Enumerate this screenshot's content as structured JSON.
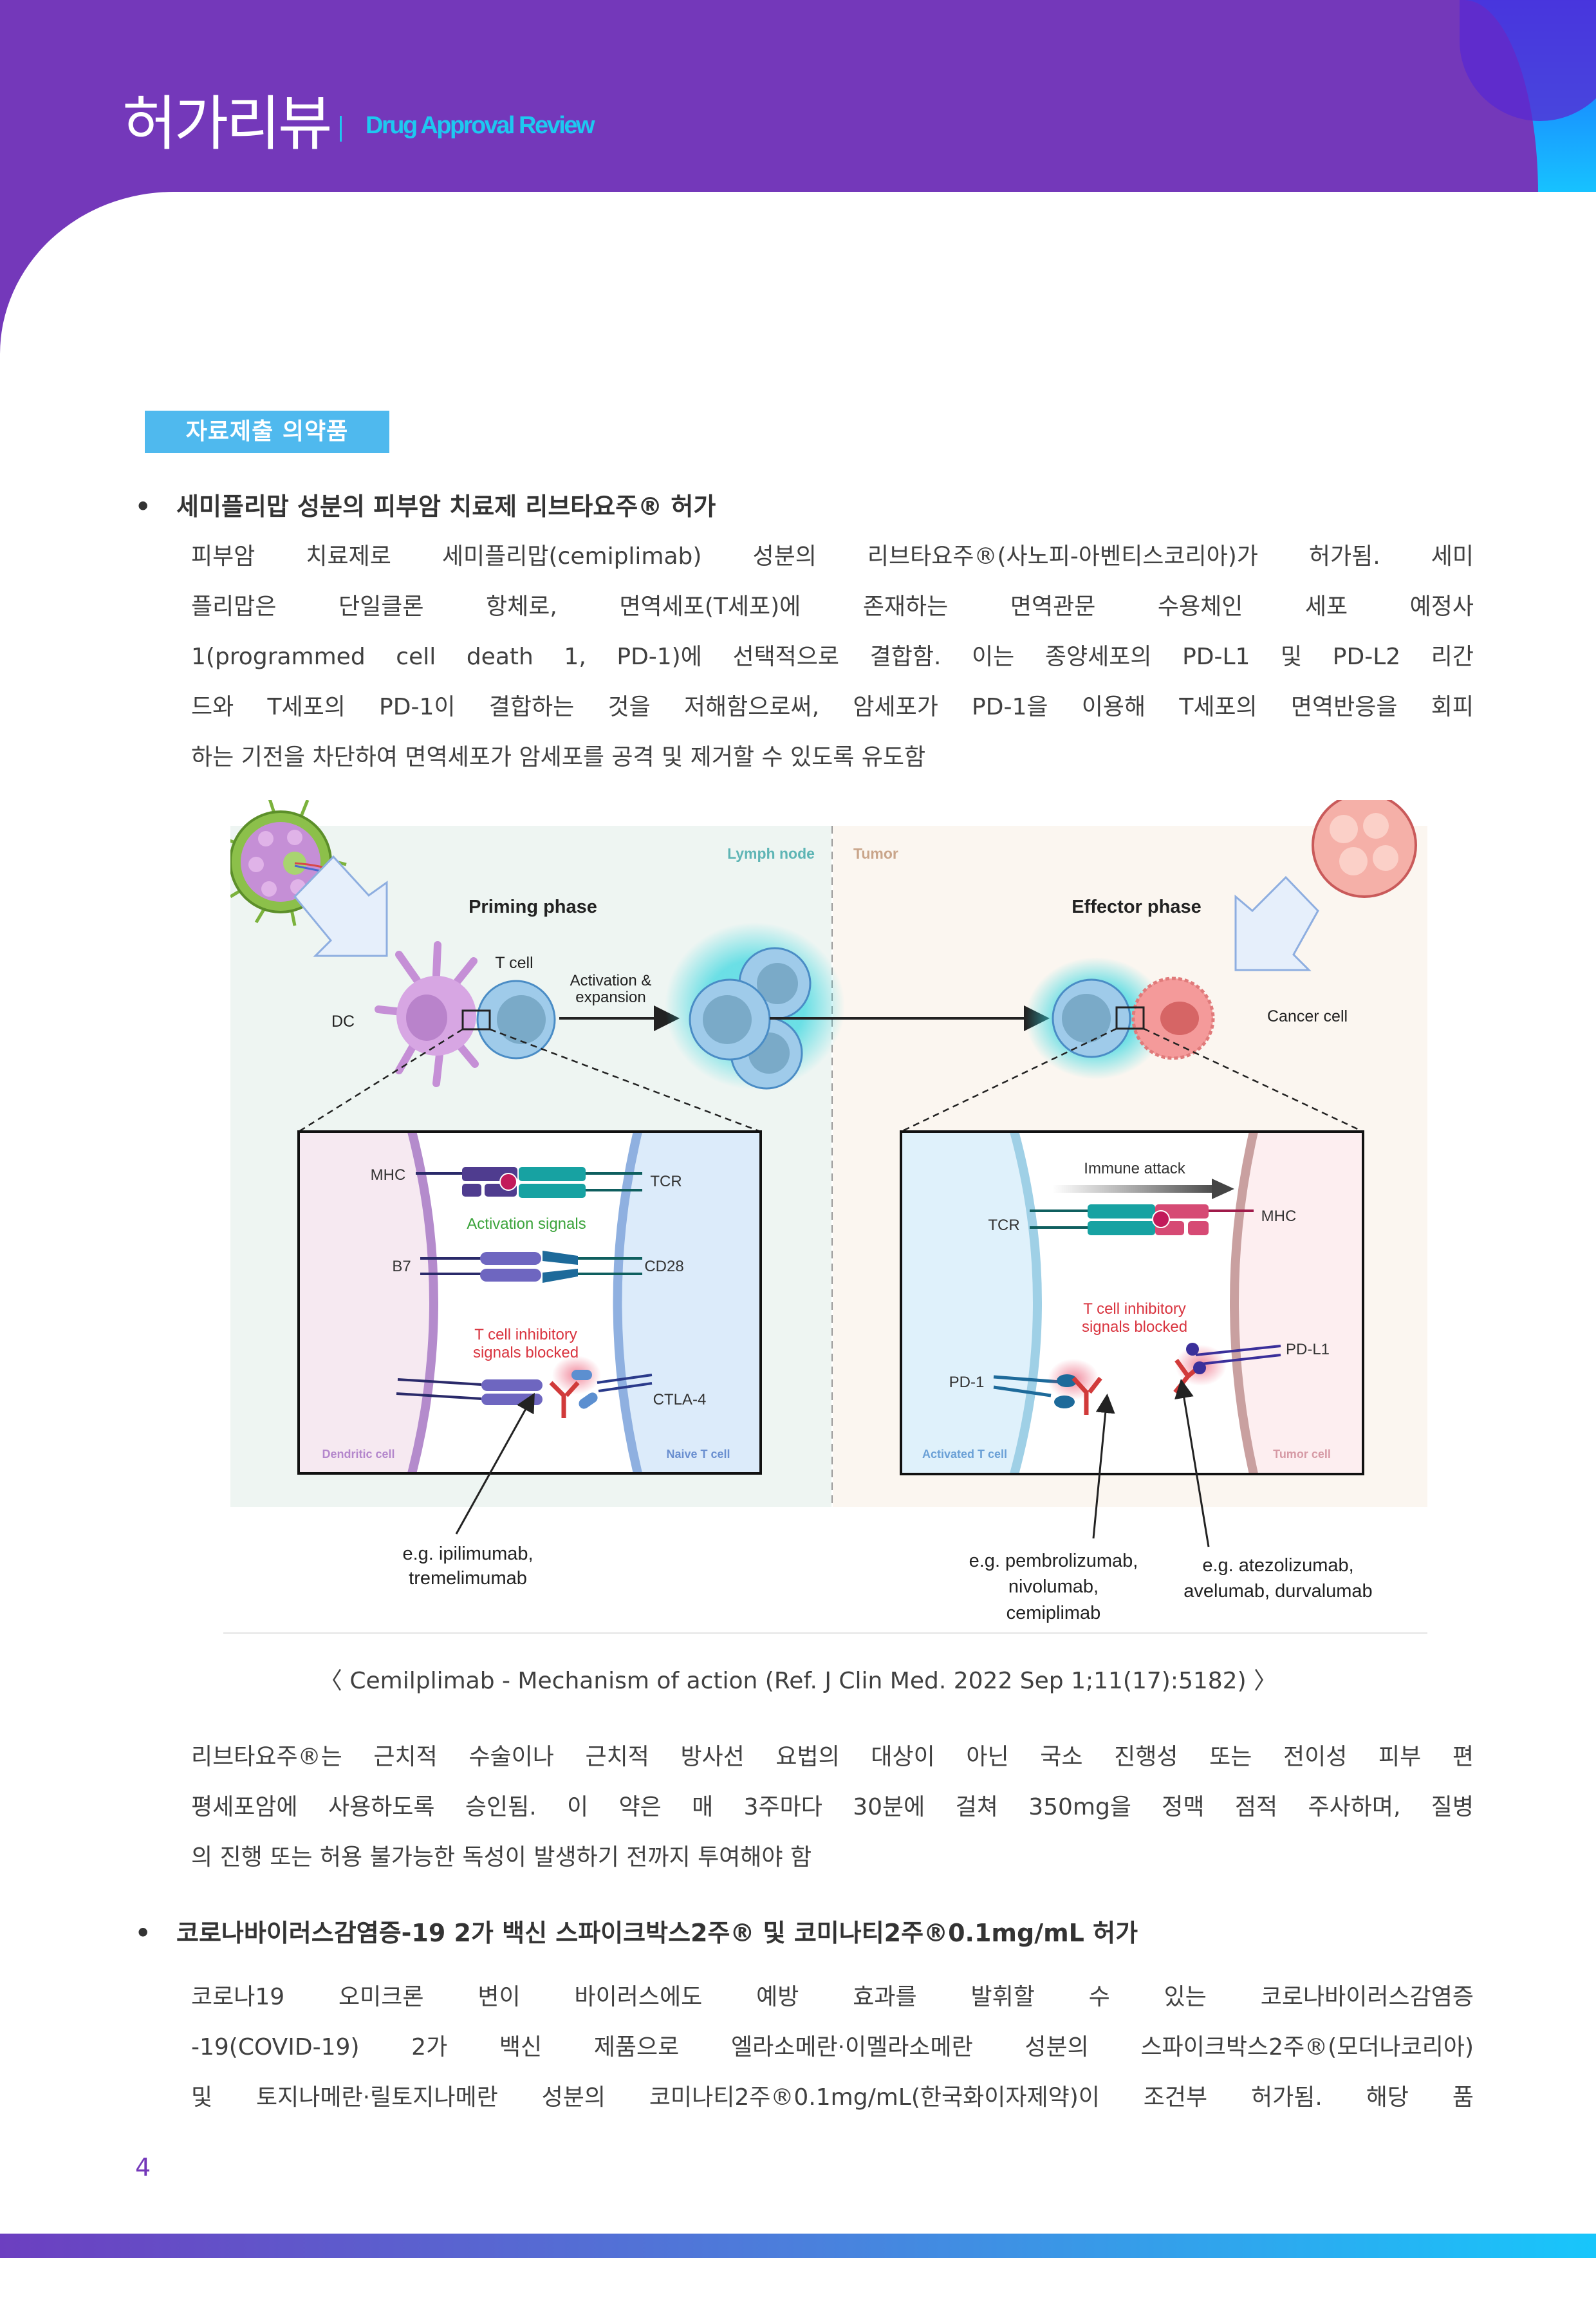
{
  "header": {
    "title_ko": "허가리뷰",
    "title_en": "Drug Approval Review"
  },
  "section_tag": "자료제출 의약품",
  "item1": {
    "heading": "세미플리맙 성분의 피부암 치료제 리브타요주® 허가",
    "para1": [
      "피부암 치료제로 세미플리맙(cemiplimab) 성분의 리브타요주®(사노피-아벤티스코리아)가 허가됨. 세미",
      "플리맙은 단일클론 항체로, 면역세포(T세포)에 존재하는 면역관문 수용체인 세포 예정사",
      "1(programmed cell death 1, PD-1)에 선택적으로 결합함. 이는 종양세포의 PD-L1 및 PD-L2 리간",
      "드와 T세포의 PD-1이 결합하는 것을 저해함으로써, 암세포가 PD-1을 이용해 T세포의 면역반응을 회피",
      "하는 기전을 차단하여 면역세포가 암세포를 공격 및 제거할 수 있도록 유도함"
    ],
    "figure": {
      "region_left": "Lymph node",
      "region_right": "Tumor",
      "priming_title": "Priming phase",
      "effector_title": "Effector phase",
      "dc": "DC",
      "t_cell": "T cell",
      "activation_1": "Activation &",
      "activation_2": "expansion",
      "cancer_cell": "Cancer cell",
      "left_inset": {
        "mhc": "MHC",
        "tcr": "TCR",
        "activation_signals": "Activation signals",
        "b7": "B7",
        "cd28": "CD28",
        "inhibitory_1": "T cell inhibitory",
        "inhibitory_2": "signals blocked",
        "ctla4": "CTLA-4",
        "dendritic_cell": "Dendritic cell",
        "naive_t_cell": "Naive T cell"
      },
      "right_inset": {
        "immune_attack": "Immune attack",
        "tcr": "TCR",
        "mhc": "MHC",
        "inhibitory_1": "T cell inhibitory",
        "inhibitory_2": "signals blocked",
        "pdl1": "PD-L1",
        "pd1": "PD-1",
        "activated_t_cell": "Activated T cell",
        "tumor_cell": "Tumor cell"
      },
      "drugs_ctla4": [
        "e.g. ipilimumab,",
        "tremelimumab"
      ],
      "drugs_pd1": [
        "e.g. pembrolizumab,",
        "nivolumab,",
        "cemiplimab"
      ],
      "drugs_pdl1": [
        "e.g. atezolizumab,",
        "avelumab, durvalumab"
      ]
    },
    "caption": "〈 Cemilplimab - Mechanism of action (Ref. J Clin Med. 2022 Sep 1;11(17):5182) 〉",
    "para2": [
      "리브타요주®는 근치적 수술이나 근치적 방사선 요법의 대상이 아닌 국소 진행성 또는 전이성 피부 편",
      "평세포암에 사용하도록 승인됨. 이 약은 매 3주마다 30분에 걸쳐 350mg을 정맥 점적 주사하며, 질병",
      "의 진행 또는 허용 불가능한 독성이 발생하기 전까지 투여해야 함"
    ]
  },
  "item2": {
    "heading": "코로나바이러스감염증-19 2가 백신 스파이크박스2주® 및 코미나티2주®0.1mg/mL 허가",
    "para1": [
      "코로나19 오미크론 변이 바이러스에도 예방 효과를 발휘할 수 있는 코로나바이러스감염증",
      "-19(COVID-19) 2가 백신 제품으로 엘라소메란·이멜라소메란 성분의 스파이크박스2주®(모더나코리아)",
      "및 토지나메란·릴토지나메란 성분의 코미나티2주®0.1mg/mL(한국화이자제약)이 조건부 허가됨. 해당 품"
    ]
  },
  "page_number": "4",
  "colors": {
    "brand_purple": "#7438ba",
    "accent_cyan": "#1ec8f0",
    "tag_blue": "#4fb9ee"
  }
}
